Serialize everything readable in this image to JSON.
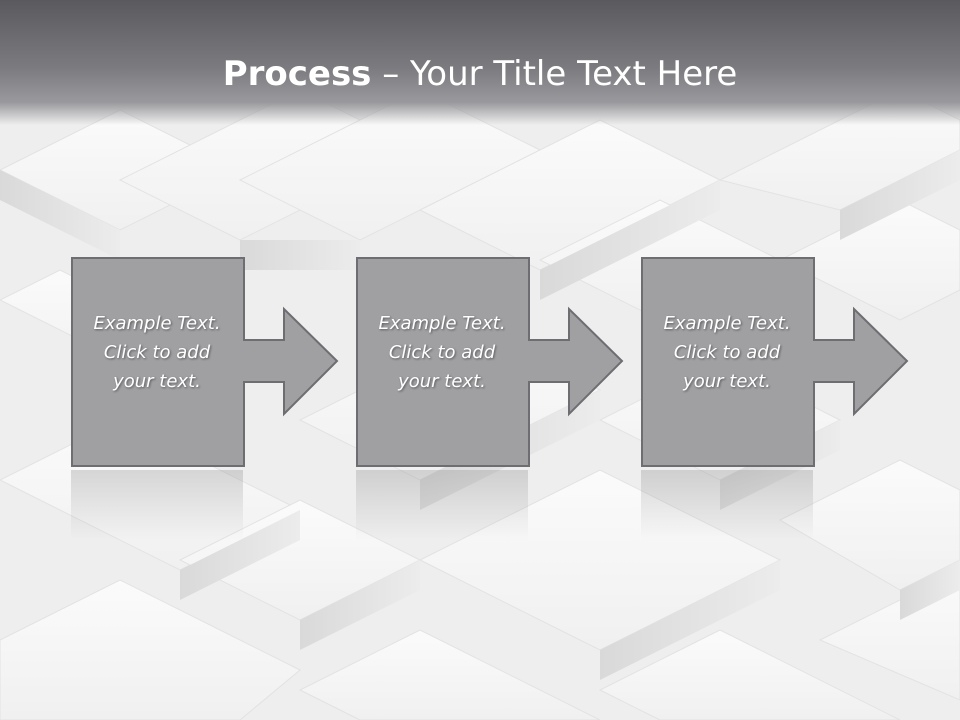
{
  "slide": {
    "title_bold": "Process",
    "title_rest": " – Your Title Text Here"
  },
  "steps": [
    {
      "text_line1": "Example Text.",
      "text_line2": "Click  to add",
      "text_line3": "your text."
    },
    {
      "text_line1": "Example Text.",
      "text_line2": "Click  to add",
      "text_line3": "your text."
    },
    {
      "text_line1": "Example Text.",
      "text_line2": "Click  to add",
      "text_line3": "your text."
    }
  ],
  "colors": {
    "box_fill": "#a0a0a3",
    "box_stroke": "#6e6e72",
    "title_bar": "#6b6b70"
  }
}
